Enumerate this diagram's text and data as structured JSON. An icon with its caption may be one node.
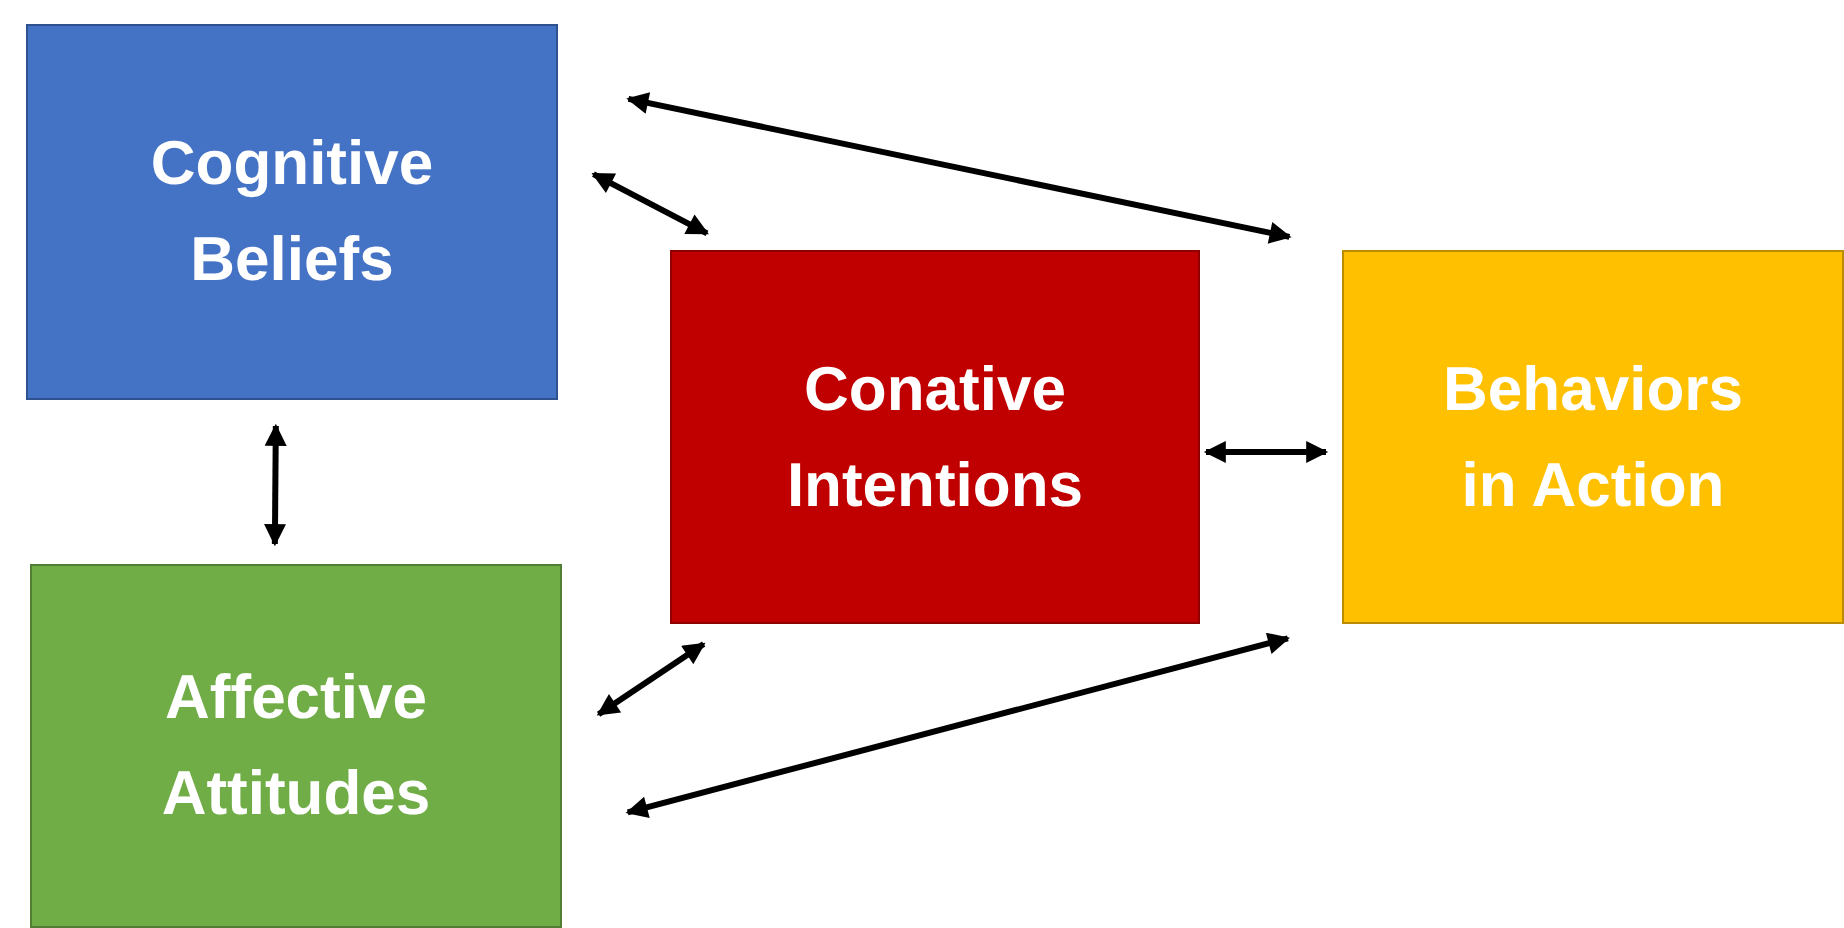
{
  "diagram": {
    "nodes": [
      {
        "text": [
          "Cognitive Beliefs"
        ]
      },
      {
        "text": [
          "Conative Intentions"
        ]
      },
      {
        "text": [
          "Behaviors in Action"
        ]
      },
      {
        "text": [
          "Affective Attitudes"
        ]
      }
    ],
    "edges": [
      {
        "from": 0,
        "to": 2,
        "arrow": "both"
      },
      {
        "from": 0,
        "to": 1,
        "arrow": "both"
      },
      {
        "from": 0,
        "to": 3,
        "arrow": "both"
      },
      {
        "from": 1,
        "to": 2,
        "arrow": "both"
      },
      {
        "from": 3,
        "to": 1,
        "arrow": "both"
      },
      {
        "from": 3,
        "to": 2,
        "arrow": "both"
      }
    ]
  }
}
